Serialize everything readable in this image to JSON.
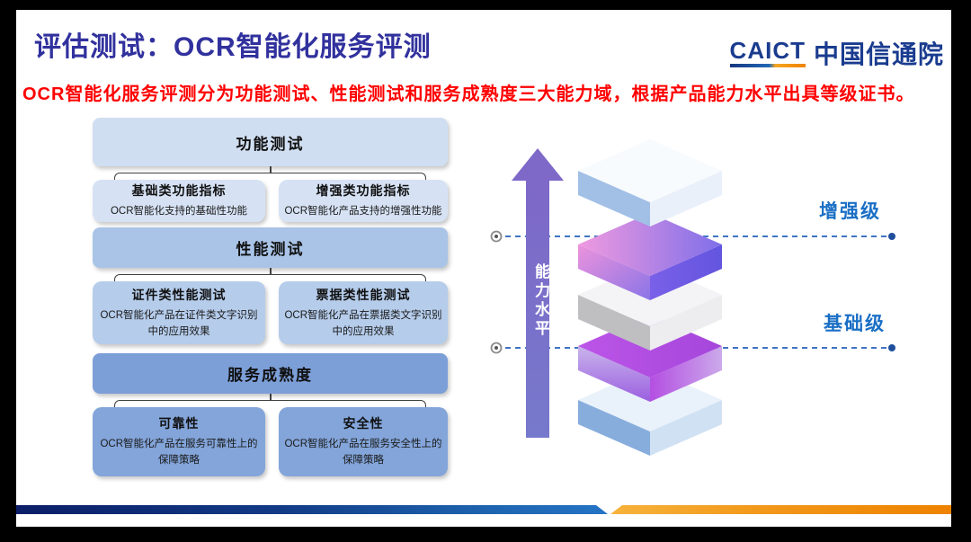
{
  "slide": {
    "title": "评估测试：OCR智能化服务评测",
    "subtitle": "OCR智能化服务评测分为功能测试、性能测试和服务成熟度三大能力域，根据产品能力水平出具等级证书。",
    "logo": {
      "acronym": "CAICT",
      "name": "中国信通院"
    }
  },
  "flowchart": {
    "sections": [
      {
        "header": "功能测试",
        "children": [
          {
            "title": "基础类功能指标",
            "desc": "OCR智能化支持的基础性功能"
          },
          {
            "title": "增强类功能指标",
            "desc": "OCR智能化产品支持的增强性功能"
          }
        ]
      },
      {
        "header": "性能测试",
        "children": [
          {
            "title": "证件类性能测试",
            "desc": "OCR智能化产品在证件类文字识别中的应用效果"
          },
          {
            "title": "票据类性能测试",
            "desc": "OCR智能化产品在票据类文字识别中的应用效果"
          }
        ]
      },
      {
        "header": "服务成熟度",
        "children": [
          {
            "title": "可靠性",
            "desc": "OCR智能化产品在服务可靠性上的保障策略"
          },
          {
            "title": "安全性",
            "desc": "OCR智能化产品在服务安全性上的保障策略"
          }
        ]
      }
    ]
  },
  "diagram": {
    "axis_label": "能力水平",
    "levels": [
      {
        "label": "增强级"
      },
      {
        "label": "基础级"
      }
    ],
    "layer_count": 5,
    "icons": {
      "axis": "up-arrow-icon",
      "level_line_left": "ring-marker-icon",
      "level_line_right": "dot-marker-icon"
    }
  },
  "colors": {
    "title": "#31319E",
    "subtitle": "#FF0000",
    "level_label": "#1A6FC5",
    "logo_text": "#1A3C8F",
    "logo_underline_orange": "#F08300",
    "section_header_bgs": [
      "#D0DEF2",
      "#A9C4E7",
      "#7C9FD8"
    ],
    "row_box_bgs": [
      "#D6E2F4",
      "#B5CCEB",
      "#83A5DA"
    ],
    "arrow_purple": "#7A6CC9",
    "bottom_bar_blue": "#123B86",
    "bottom_bar_orange": "#EE8200"
  }
}
